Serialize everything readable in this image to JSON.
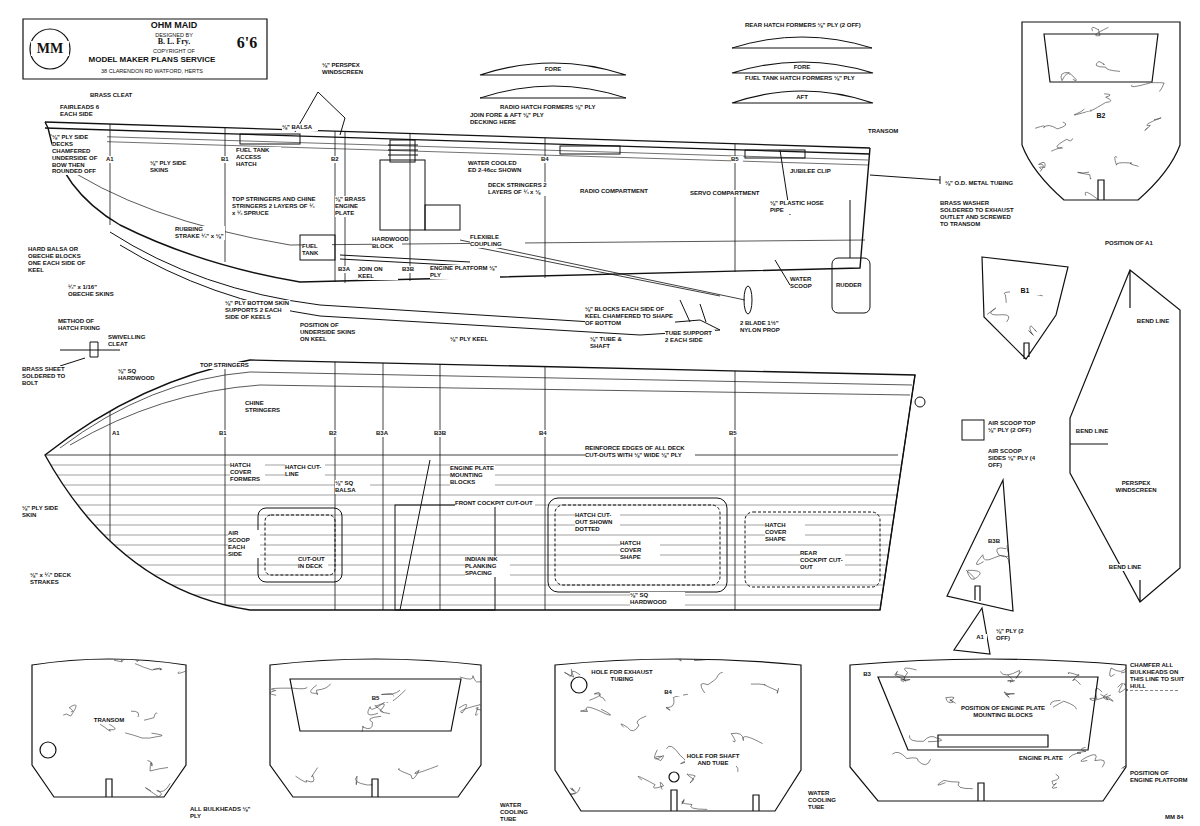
{
  "diagram": {
    "title": "OHM MAID",
    "nodes": [
      {
        "text": [
          "MM",
          "OHM MAID",
          "DESIGNED BY",
          "B. L. Fry.",
          "COPYRIGHT OF",
          "MODEL MAKER PLANS SERVICE",
          "38 CLARENDON RD WATFORD, HERTS",
          "6'6"
        ]
      },
      {
        "text": [
          "B2"
        ]
      },
      {
        "text": [
          "B1"
        ]
      },
      {
        "text": [
          "BEND LINE",
          "BEND LINE",
          "PERSPEX WINDSCREEN",
          "BEND LINE"
        ]
      },
      {
        "text": [
          "B3B"
        ]
      },
      {
        "text": [
          "A1"
        ]
      },
      {
        "text": [
          "TRANSOM"
        ]
      },
      {
        "text": [
          "B5"
        ]
      },
      {
        "text": [
          "B4",
          "HOLE FOR EXHAUST TUBING",
          "HOLE FOR SHAFT AND TUBE"
        ]
      },
      {
        "text": [
          "B3",
          "POSITION OF ENGINE PLATE MOUNTING BLOCKS",
          "ENGINE PLATE"
        ]
      },
      {
        "text": [
          "FORE"
        ]
      },
      {
        "text": [
          "FORE"
        ]
      },
      {
        "text": [
          "AFT"
        ]
      }
    ],
    "labels": [
      "BRASS CLEAT",
      "FAIRLEADS 6 EACH SIDE",
      "FUEL TANK ACCESS HATCH",
      "⅛\" BALSA",
      "⅛\" PERSPEX WINDSCREEN",
      "JOIN FORE & AFT ⅛\" PLY DECKING HERE",
      "WATER COOLED ED 2·46cc SHOWN",
      "DECK STRINGERS 2 LAYERS OF ¼ x ⅛",
      "RADIO COMPARTMENT",
      "SERVO COMPARTMENT",
      "JUBILEE CLIP",
      "TRANSOM",
      "⅛\" PLASTIC HOSE PIPE",
      "⅛\" O.D. METAL TUBING",
      "BRASS WASHER SOLDERED TO EXHAUST OUTLET AND SCREWED TO TRANSOM",
      "⅛\" PLY SIDE DECKS CHAMFERED UNDERSIDE OF BOW THEN ROUNDED OFF",
      "⅛\" PLY SIDE SKINS",
      "TOP STRINGERS AND CHINE STRINGERS 2 LAYERS OF ¼ x ¼ SPRUCE",
      "⅛\" BRASS ENGINE PLATE",
      "FUEL TANK",
      "HARDWOOD BLOCK",
      "FLEXIBLE COUPLING",
      "ENGINE PLATFORM ⅛\" PLY",
      "RUBBING STRAKE ¼\" x ⅛\"",
      "HARD BALSA OR OBECHE BLOCKS ONE EACH SIDE OF KEEL",
      "¼\" x 1/16\" OBECHE SKINS",
      "⅛\" PLY BOTTOM SKIN SUPPORTS 2 EACH SIDE OF KEELS",
      "POSITION OF UNDERSIDE SKINS ON KEEL",
      "B3A",
      "JOIN ON KEEL",
      "B3B",
      "⅛\" PLY KEEL",
      "⅛\" BLOCKS EACH SIDE OF KEEL CHAMFERED TO SHAPE OF BOTTOM",
      "⅛\" TUBE & SHAFT",
      "TUBE SUPPORT 2 EACH SIDE",
      "2 BLADE 1½\" NYLON PROP",
      "WATER SCOOP",
      "RUDDER",
      "A1",
      "B1",
      "B2",
      "B4",
      "B5",
      "RADIO HATCH FORMERS ⅛\" PLY",
      "REAR HATCH FORMERS ⅛\" PLY (2 OFF)",
      "FUEL TANK HATCH FORMERS ⅛\" PLY",
      "METHOD OF HATCH FIXING",
      "SWIVELLING CLEAT",
      "BRASS SHEET SOLDERED TO BOLT",
      "⅛\" SQ HARDWOOD",
      "TOP STRINGERS",
      "CHINE STRINGERS",
      "HATCH COVER FORMERS",
      "HATCH CUT-LINE",
      "⅛\" SQ BALSA",
      "AIR SCOOP EACH SIDE",
      "CUT-OUT IN DECK",
      "⅛\" PLY SIDE SKIN",
      "⅛\" x ¼\" DECK STRAKES",
      "ENGINE PLATE MOUNTING BLOCKS",
      "FRONT COCKPIT CUT-OUT",
      "REINFORCE EDGES OF ALL DECK CUT-OUTS WITH ⅛\" WIDE ⅛\" PLY",
      "HATCH CUT-OUT SHOWN DOTTED",
      "HATCH COVER SHAPE",
      "HATCH COVER SHAPE",
      "REAR COCKPIT CUT-OUT",
      "INDIAN INK PLANKING SPACING",
      "⅛\" SQ HARDWOOD",
      "A1",
      "B1",
      "B2",
      "B3A",
      "B3B",
      "B4",
      "B5",
      "POSITION OF A1",
      "AIR SCOOP TOP ⅛\" PLY (2 OFF)",
      "AIR SCOOP SIDES ⅛\" PLY (4 OFF)",
      "⅛\" PLY (2 OFF)",
      "WATER COOLING TUBE",
      "WATER COOLING TUBE",
      "ALL BULKHEADS ⅛\" PLY",
      "CHAMFER ALL BULKHEADS ON THIS LINE TO SUIT HULL",
      "POSITION OF ENGINE PLATFORM",
      "MM 84"
    ]
  }
}
